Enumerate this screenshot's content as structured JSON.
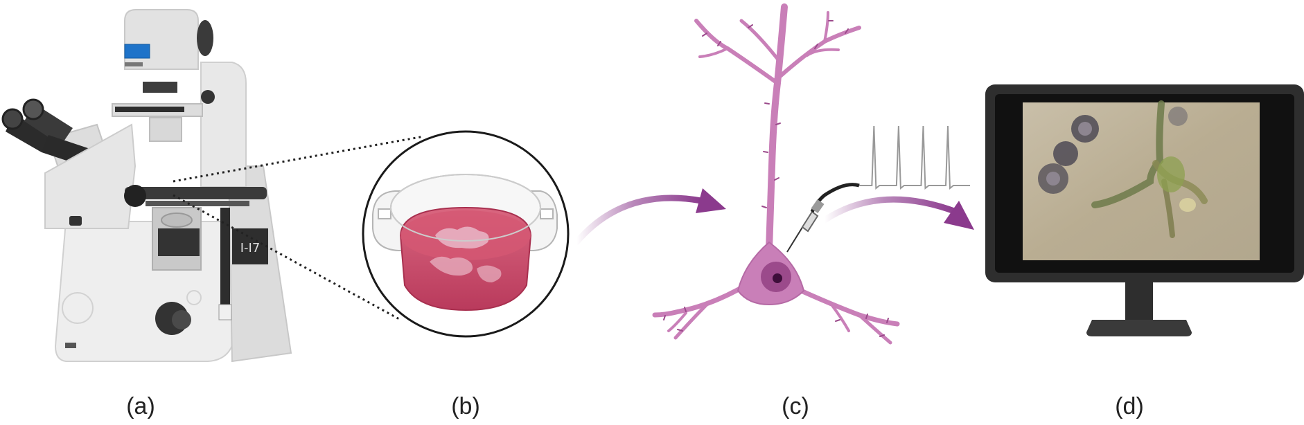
{
  "labels": {
    "a": "(a)",
    "b": "(b)",
    "c": "(c)",
    "d": "(d)"
  },
  "colors": {
    "neuron": "#c97fb8",
    "neuron_dark": "#9b4a8b",
    "nucleus": "#3d0e3a",
    "arrow": "#8b3a8d",
    "medium": "#c94a6c",
    "monitor": "#2e2e2e",
    "screen": "#b8ab8f"
  },
  "icons": [
    "microscope-icon",
    "petri-dish-icon",
    "neuron-icon",
    "patch-pipette-icon",
    "monitor-icon"
  ],
  "spike_trace": {
    "spike_count": 4
  }
}
